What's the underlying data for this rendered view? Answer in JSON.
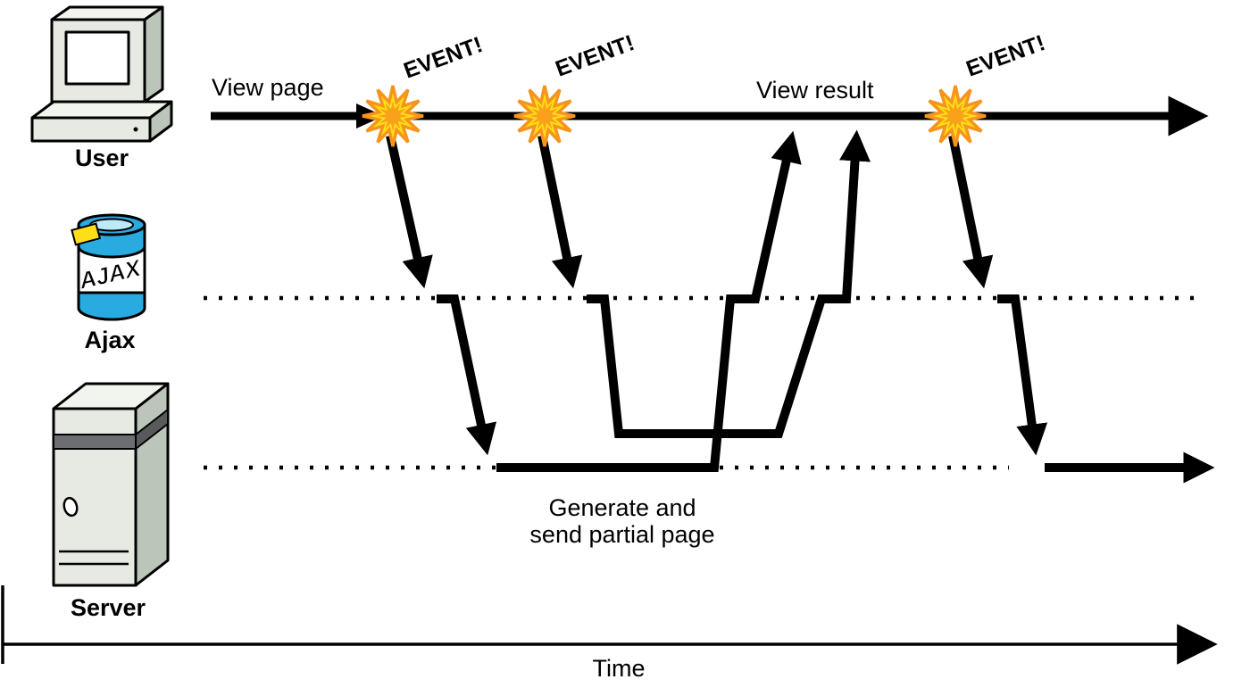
{
  "actors": {
    "user": {
      "label": "User"
    },
    "ajax": {
      "label": "Ajax"
    },
    "server": {
      "label": "Server"
    }
  },
  "annotations": {
    "view_page": "View page",
    "view_result": "View result",
    "generate_line1": "Generate and",
    "generate_line2": "send partial page",
    "time_axis": "Time"
  },
  "events": [
    {
      "label": "EVENT!"
    },
    {
      "label": "EVENT!"
    },
    {
      "label": "EVENT!"
    }
  ],
  "ajax_can": {
    "brand_text": "AJAX"
  },
  "colors": {
    "line": "#000000",
    "star_fill": "#FFDE17",
    "star_stroke": "#F7941D",
    "star_core": "#F9A11B",
    "ajax_blue": "#29ABE2",
    "ajax_red": "#ED1C24",
    "tag_yellow": "#FFDE17",
    "machine_front": "#e6eae2",
    "machine_top": "#f2f4ee",
    "machine_side": "#bcc5b9",
    "stripe_gray": "#6d6e71"
  }
}
